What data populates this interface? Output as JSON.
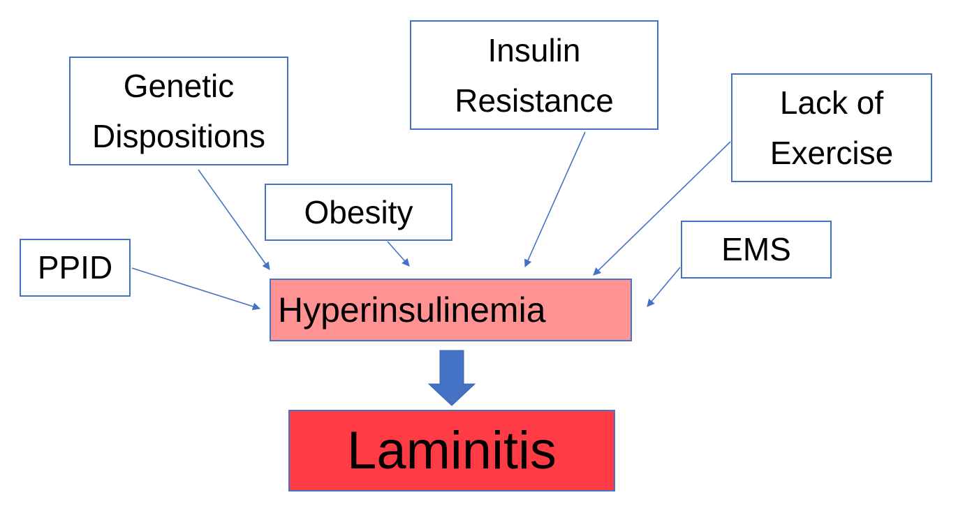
{
  "diagram": {
    "causes": {
      "genetic": [
        "Genetic",
        "Dispositions"
      ],
      "insulin": [
        "Insulin",
        "Resistance"
      ],
      "exercise": [
        "Lack of",
        "Exercise"
      ],
      "obesity": "Obesity",
      "ppid": "PPID",
      "ems": "EMS"
    },
    "hyperinsulinemia": "Hyperinsulinemia",
    "laminitis": "Laminitis",
    "colors": {
      "border": "#4472c4",
      "hyperinsulinemia_fill": "#ff9393",
      "laminitis_fill": "#ff3b45",
      "arrow": "#4472c4"
    }
  }
}
